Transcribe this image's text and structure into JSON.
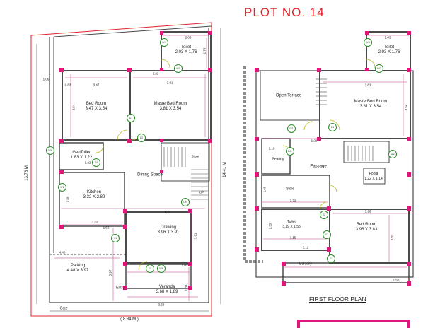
{
  "title": "PLOT NO. 14",
  "subtitle": "FIRST FLOOR PLAN",
  "ground_floor": {
    "rooms": {
      "toilet": {
        "name": "Toilet",
        "size": "2.03 X 1.76"
      },
      "bedroom": {
        "name": "Bed Room",
        "size": "3.47 X 3.54"
      },
      "master": {
        "name": "MasterBed Room",
        "size": "3.81 X 3.54"
      },
      "gentoilet": {
        "name": "GenToilet",
        "size": "1.83 X 1.22"
      },
      "dining": {
        "name": "Dining Space",
        "size": ""
      },
      "kitchen": {
        "name": "Kitchen",
        "size": "3.32 X 2.89"
      },
      "drawing": {
        "name": "Drawing",
        "size": "3.96 X 3.91"
      },
      "parking": {
        "name": "Parking",
        "size": "4.48 X 3.97"
      },
      "veranda": {
        "name": "Veranda",
        "size": "3.68 X 1.89"
      },
      "store": {
        "name": "Store",
        "size": ""
      }
    },
    "labels": {
      "up": "UP",
      "entry": "Entry",
      "gate": "Gate"
    },
    "dims": {
      "width": "( 8.84 M )",
      "left_depth": "13.78 M",
      "right_depth": "14.41 M",
      "d_347": "3.47",
      "d_381": "3.81",
      "d_354": "3.54",
      "d_203": "2.03",
      "d_122": "1.22",
      "d_122b": "1.22",
      "d_396": "3.96",
      "d_332": "3.32",
      "d_289": "2.89",
      "d_448": "4.48",
      "d_368": "3.68",
      "d_391": "3.91",
      "d_397": "3.97",
      "d_189": "1.89",
      "d_176": "1.76",
      "d_106": "1.06",
      "d_183": "1.83",
      "d_083": "0.83",
      "d_152": "1.52"
    },
    "tags": {
      "w1": "W1",
      "w2": "W2",
      "w3": "W3",
      "w4": "W4",
      "d1": "D1",
      "d2": "D2",
      "d3": "D3",
      "d4": "D4",
      "v": "V1",
      "w1b": "W1",
      "dr": "DR"
    }
  },
  "first_floor": {
    "rooms": {
      "toilet": {
        "name": "Toilet",
        "size": "2.03 X 1.76"
      },
      "terrace": {
        "name": "Open Terrace",
        "size": ""
      },
      "master": {
        "name": "MasterBed Room",
        "size": "3.81 X 3.54"
      },
      "seating": {
        "name": "Seating",
        "size": ""
      },
      "passage": {
        "name": "Passage",
        "size": ""
      },
      "pooja": {
        "name": "Pooja",
        "size": "1.22 X 1.14"
      },
      "store": {
        "name": "Store",
        "size": ""
      },
      "toilet2": {
        "name": "Toilet",
        "size": "3.19 X 1.55"
      },
      "bedroom": {
        "name": "Bed Room",
        "size": "3.96 X 3.83"
      },
      "balcony": {
        "name": "Balcony",
        "size": ""
      }
    },
    "dims": {
      "d_381": "3.81",
      "d_354": "3.54",
      "d_203": "2.03",
      "d_396": "3.96",
      "d_332": "3.32",
      "d_315": "3.15",
      "d_383": "3.83",
      "d_122": "1.22",
      "d_110": "1.10",
      "d_166": "1.66",
      "d_155": "1.55",
      "d_150": "1.50",
      "d_212": "2.12"
    },
    "tags": {
      "w1": "W1",
      "w2": "W2",
      "w3": "W3",
      "w4": "W4",
      "d1": "D1",
      "d2": "D2",
      "d3": "D3",
      "v": "V1",
      "dr": "DR"
    }
  },
  "colors": {
    "wall": "#4a4a4a",
    "column": "#e0177a",
    "outline": "#e0242a",
    "door": "#c8c820",
    "tag": "#2a8a2a",
    "dim": "#2d2d2d"
  }
}
